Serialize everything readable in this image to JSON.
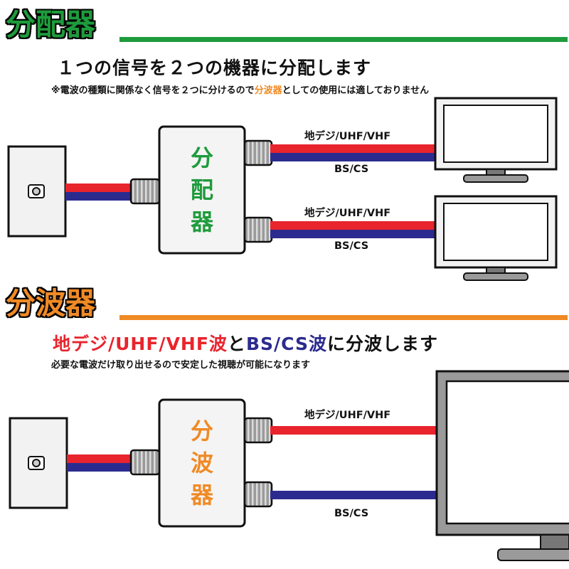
{
  "section1": {
    "title": "分配器",
    "heading": "１つの信号を２つの機器に分配します",
    "note_prefix": "※電波の種類に関係なく信号を２つに分けるので",
    "note_highlight": "分波器",
    "note_suffix": "としての使用には適しておりません",
    "device_label": [
      "分",
      "配",
      "器"
    ],
    "output1_label_top": "地デジ/UHF/VHF",
    "output1_label_bottom": "BS/CS",
    "output2_label_top": "地デジ/UHF/VHF",
    "output2_label_bottom": "BS/CS"
  },
  "section2": {
    "title": "分波器",
    "heading_part1": "地デジ/UHF/VHF波",
    "heading_part2": "と",
    "heading_part3": "BS/CS波",
    "heading_part4": "に分波します",
    "note": "必要な電波だけ取り出せるので安定した視聴が可能になります",
    "device_label": [
      "分",
      "波",
      "器"
    ],
    "output_top_label": "地デジ/UHF/VHF",
    "output_bottom_label": "BS/CS"
  },
  "colors": {
    "green": "#1e9b3c",
    "orange": "#f08a25",
    "red": "#e8242d",
    "blue": "#2b2b8f",
    "ink": "#111111"
  },
  "icons": [
    "wall-antenna-outlet-icon",
    "tv-monitor-icon",
    "coax-connector-icon"
  ]
}
